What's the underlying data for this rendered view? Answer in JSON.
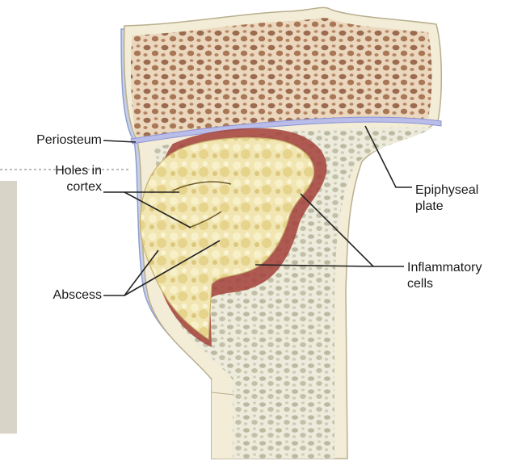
{
  "labels": {
    "periosteum": "Periosteum",
    "holes_in_cortex": "Holes in\ncortex",
    "abscess": "Abscess",
    "epiphyseal_plate": "Epiphyseal\nplate",
    "inflammatory_cells": "Inflammatory\ncells"
  },
  "colors": {
    "bone_cortex": "#f3ecd6",
    "epiphysis_trabecular": "#caa88c",
    "metaphysis_trabecular": "#d9d6c4",
    "epiphyseal_plate": "#b9bde8",
    "periosteum": "#a8b4d6",
    "abscess": "#efe3a8",
    "inflammation": "#a3413a",
    "side_panel": "#d8d5c8"
  }
}
